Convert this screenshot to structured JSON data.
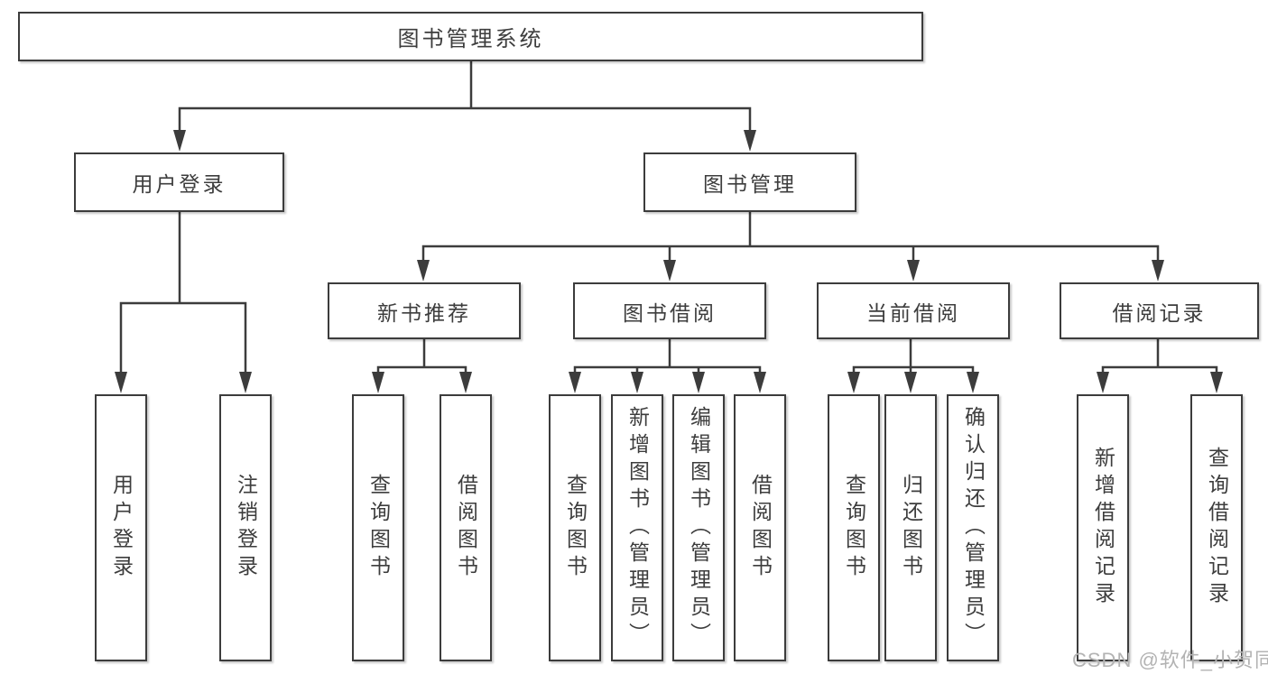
{
  "diagram": {
    "type": "tree",
    "root": {
      "label": "图书管理系统"
    },
    "branches": [
      {
        "label": "用户登录",
        "children": [
          {
            "label": "用户登录"
          },
          {
            "label": "注销登录"
          }
        ]
      },
      {
        "label": "图书管理",
        "children": [
          {
            "label": "新书推荐",
            "children": [
              {
                "label": "查询图书"
              },
              {
                "label": "借阅图书"
              }
            ]
          },
          {
            "label": "图书借阅",
            "children": [
              {
                "label": "查询图书"
              },
              {
                "label": "新增图书（管理员）"
              },
              {
                "label": "编辑图书（管理员）"
              },
              {
                "label": "借阅图书"
              }
            ]
          },
          {
            "label": "当前借阅",
            "children": [
              {
                "label": "查询图书"
              },
              {
                "label": "归还图书"
              },
              {
                "label": "确认归还（管理员）"
              }
            ]
          },
          {
            "label": "借阅记录",
            "children": [
              {
                "label": "新增借阅记录"
              },
              {
                "label": "查询借阅记录"
              }
            ]
          }
        ]
      }
    ]
  },
  "watermark": {
    "text": "CSDN @软件_小贺同学"
  },
  "colors": {
    "line": "#3c3c3c",
    "text": "#3d3d3d",
    "watermark": "#b3b3b3",
    "background": "#ffffff"
  }
}
